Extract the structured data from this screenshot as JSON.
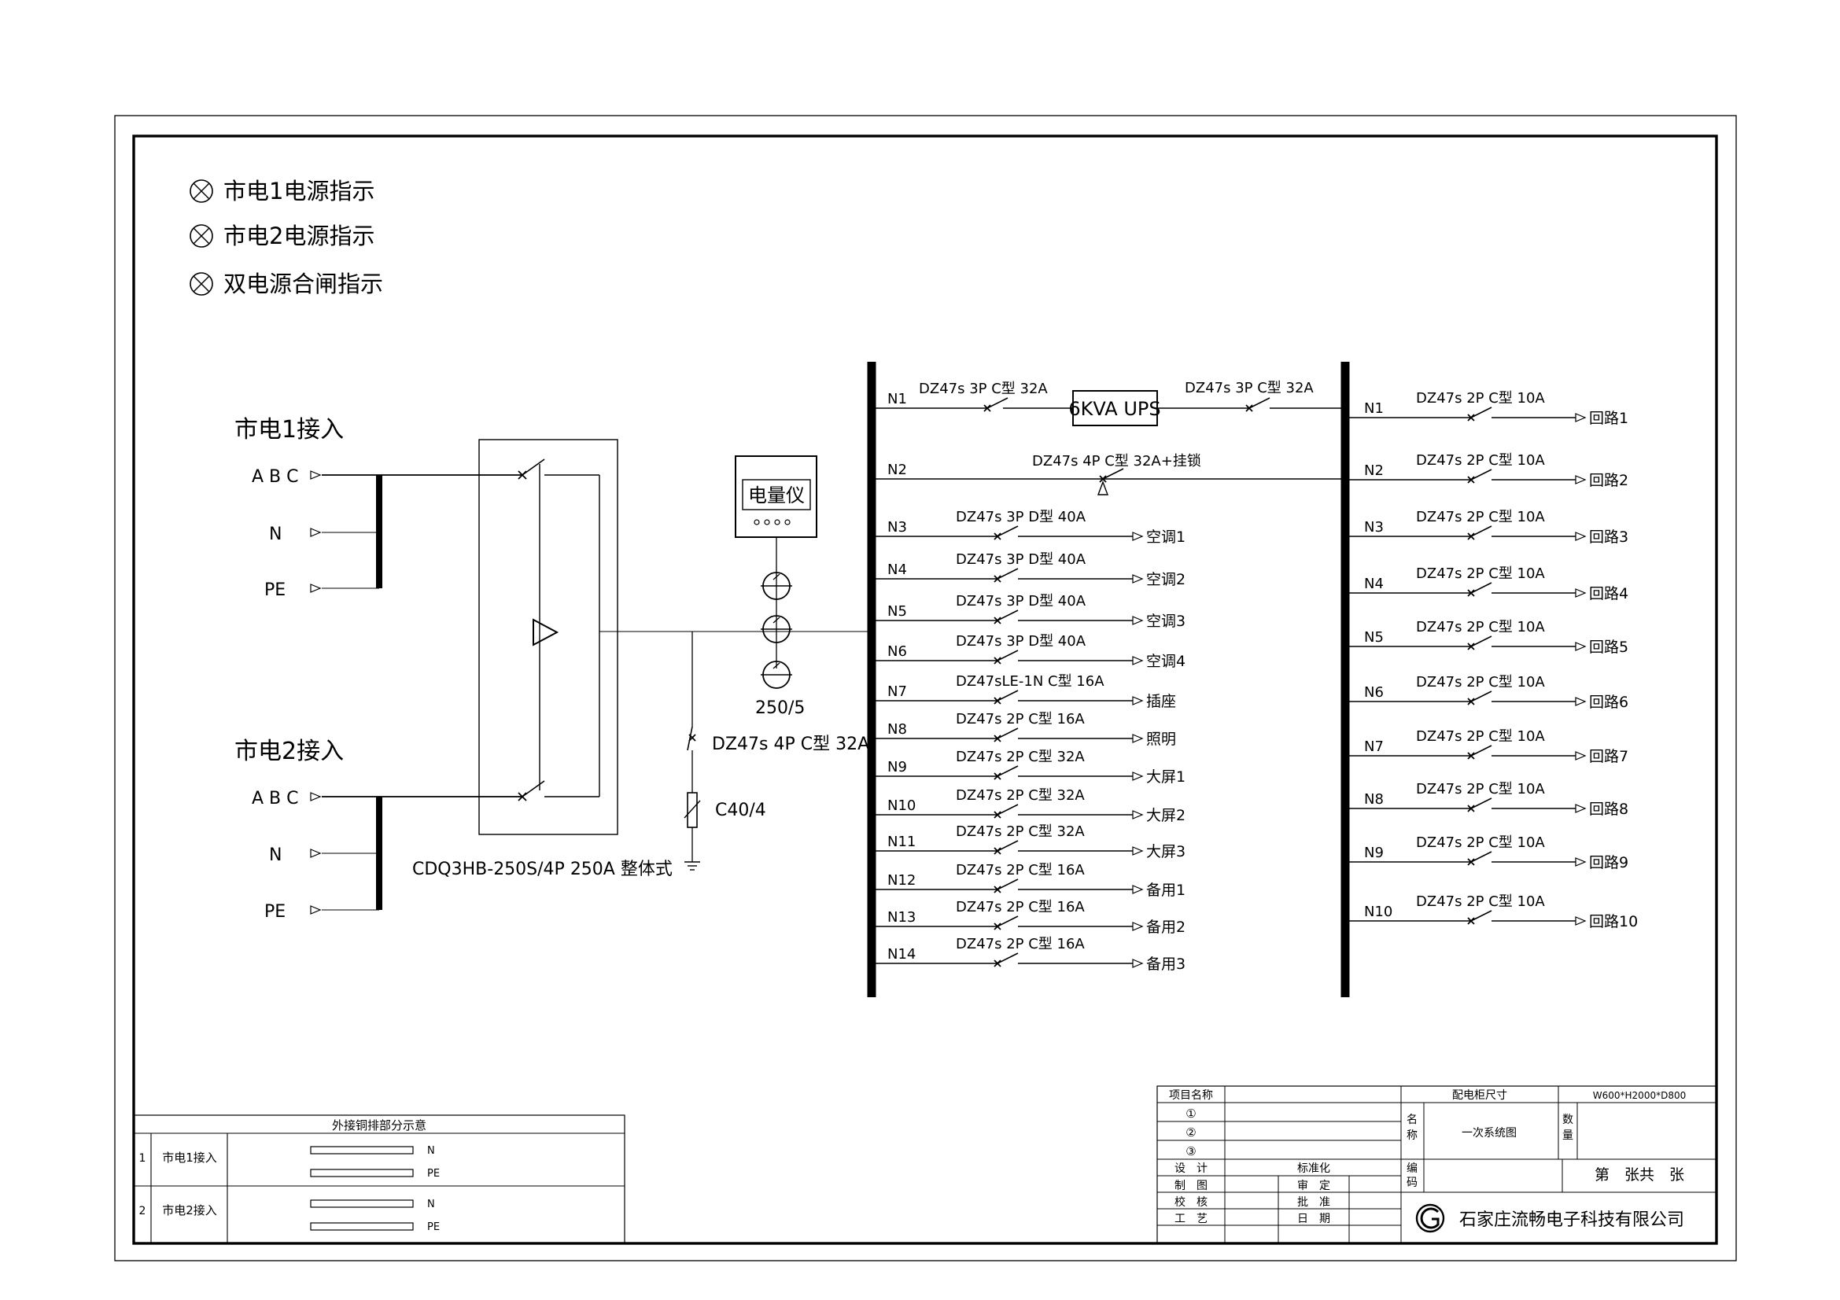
{
  "indicators": [
    {
      "label": "市电1电源指示"
    },
    {
      "label": "市电2电源指示"
    },
    {
      "label": "双电源合闸指示"
    }
  ],
  "sources": [
    {
      "title": "市电1接入",
      "phases": "A B C",
      "neutral": "N",
      "earth": "PE"
    },
    {
      "title": "市电2接入",
      "phases": "A B C",
      "neutral": "N",
      "earth": "PE"
    }
  ],
  "ats": {
    "label": "CDQ3HB-250S/4P 250A 整体式"
  },
  "meter": {
    "label": "电量仪",
    "ct_ratio": "250/5"
  },
  "spd": {
    "breaker": "DZ47s 4P C型 32A",
    "arrester": "C40/4"
  },
  "ups": {
    "label": "6KVA UPS",
    "in_breaker": "DZ47s 3P C型 32A",
    "out_breaker": "DZ47s 3P C型 32A"
  },
  "main_feeders": [
    {
      "id": "N1",
      "breaker": "DZ47s 3P C型 32A",
      "load": ""
    },
    {
      "id": "N2",
      "breaker": "DZ47s 4P C型 32A+挂锁",
      "load": ""
    },
    {
      "id": "N3",
      "breaker": "DZ47s 3P D型 40A",
      "load": "空调1"
    },
    {
      "id": "N4",
      "breaker": "DZ47s 3P D型 40A",
      "load": "空调2"
    },
    {
      "id": "N5",
      "breaker": "DZ47s 3P D型 40A",
      "load": "空调3"
    },
    {
      "id": "N6",
      "breaker": "DZ47s 3P D型 40A",
      "load": "空调4"
    },
    {
      "id": "N7",
      "breaker": "DZ47sLE-1N C型 16A",
      "load": "插座"
    },
    {
      "id": "N8",
      "breaker": "DZ47s 2P C型 16A",
      "load": "照明"
    },
    {
      "id": "N9",
      "breaker": "DZ47s 2P C型 32A",
      "load": "大屏1"
    },
    {
      "id": "N10",
      "breaker": "DZ47s 2P C型 32A",
      "load": "大屏2"
    },
    {
      "id": "N11",
      "breaker": "DZ47s 2P C型 32A",
      "load": "大屏3"
    },
    {
      "id": "N12",
      "breaker": "DZ47s 2P C型 16A",
      "load": "备用1"
    },
    {
      "id": "N13",
      "breaker": "DZ47s 2P C型 16A",
      "load": "备用2"
    },
    {
      "id": "N14",
      "breaker": "DZ47s 2P C型 16A",
      "load": "备用3"
    }
  ],
  "ups_feeders": [
    {
      "id": "N1",
      "breaker": "DZ47s 2P C型 10A",
      "load": "回路1"
    },
    {
      "id": "N2",
      "breaker": "DZ47s 2P C型 10A",
      "load": "回路2"
    },
    {
      "id": "N3",
      "breaker": "DZ47s 2P C型 10A",
      "load": "回路3"
    },
    {
      "id": "N4",
      "breaker": "DZ47s 2P C型 10A",
      "load": "回路4"
    },
    {
      "id": "N5",
      "breaker": "DZ47s 2P C型 10A",
      "load": "回路5"
    },
    {
      "id": "N6",
      "breaker": "DZ47s 2P C型 10A",
      "load": "回路6"
    },
    {
      "id": "N7",
      "breaker": "DZ47s 2P C型 10A",
      "load": "回路7"
    },
    {
      "id": "N8",
      "breaker": "DZ47s 2P C型 10A",
      "load": "回路8"
    },
    {
      "id": "N9",
      "breaker": "DZ47s 2P C型 10A",
      "load": "回路9"
    },
    {
      "id": "N10",
      "breaker": "DZ47s 2P C型 10A",
      "load": "回路10"
    }
  ],
  "busbar_table": {
    "title": "外接铜排部分示意",
    "rows": [
      {
        "no": "1",
        "name": "市电1接入",
        "bars": [
          "N",
          "PE"
        ]
      },
      {
        "no": "2",
        "name": "市电2接入",
        "bars": [
          "N",
          "PE"
        ]
      }
    ]
  },
  "title_block": {
    "project_name_label": "项目名称",
    "cabinet_size_label": "配电柜尺寸",
    "cabinet_size": "W600*H2000*D800",
    "items": [
      "①",
      "②",
      "③"
    ],
    "name_label": [
      "名",
      "称"
    ],
    "drawing_name": "一次系统图",
    "qty_label": [
      "数",
      "量"
    ],
    "code_label": [
      "编",
      "码"
    ],
    "sheet": "第　张共　张",
    "roles_left": [
      "设　计",
      "制　图",
      "校　核",
      "工　艺"
    ],
    "roles_right": [
      "标准化",
      "审　定",
      "批　准",
      "日　期"
    ],
    "company": "石家庄流畅电子科技有限公司"
  }
}
